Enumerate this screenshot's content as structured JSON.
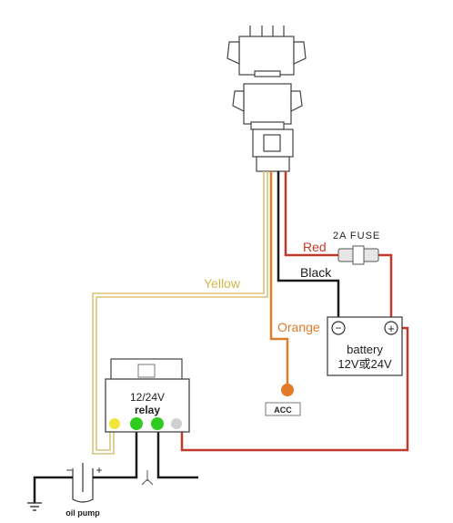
{
  "wires": {
    "red_label": "Red",
    "black_label": "Black",
    "orange_label": "Orange",
    "yellow_label": "Yellow"
  },
  "fuse": {
    "label": "2A  FUSE"
  },
  "battery": {
    "label": "battery",
    "voltage": "12V或24V",
    "minus": "−",
    "plus": "+"
  },
  "relay": {
    "voltage": "12/24V",
    "label": "relay"
  },
  "acc": {
    "label": "ACC"
  },
  "pump": {
    "label": "oil pump",
    "minus": "−",
    "plus": "+"
  },
  "colors": {
    "red": "#c0392b",
    "black": "#1a1a1a",
    "orange": "#e07b2a",
    "yellow": "#d9c27a",
    "green": "#2ecc1f",
    "yellow_led": "#f2e43a",
    "gray_led": "#d0d0d0"
  },
  "icons": [
    "connector-icon",
    "ground-icon",
    "switch-icon",
    "fuse-icon"
  ]
}
